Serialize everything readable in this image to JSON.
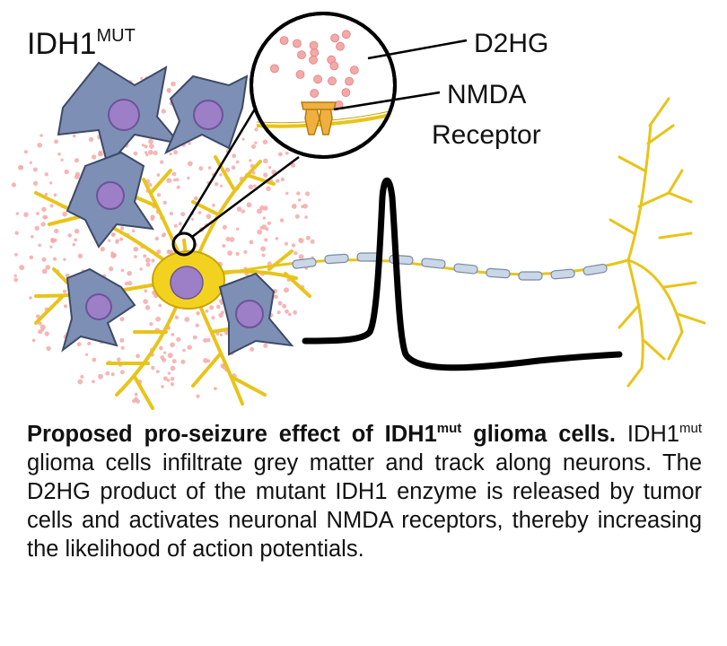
{
  "figure": {
    "tumor_label_main": "IDH1",
    "tumor_label_sup": "MUT",
    "d2hg_label": "D2HG",
    "nmda_label_line1": "NMDA",
    "nmda_label_line2": "Receptor"
  },
  "caption": {
    "bold_part1": "Proposed pro-seizure effect of IDH1",
    "bold_sup": "mut",
    "bold_part2": " glioma cells.",
    "text_part1": " IDH1",
    "text_sup": "mut",
    "text_part2": " glioma cells infiltrate grey matter and track along neurons. The D2HG product of the mutant IDH1 enzyme is released by tumor cells and activates neuronal NMDA receptors, thereby increasing the likelihood of action potentials."
  },
  "colors": {
    "neuron": "#f2d21e",
    "neuron_outline": "#c9a400",
    "glioma_cell": "#7d8fb5",
    "nucleus": "#9c7fc6",
    "d2hg_dot": "#f4a9a9",
    "receptor": "#f0b040",
    "myelin": "#c9d7e6"
  },
  "icons": [
    "glioma-cell-icon",
    "neuron-icon",
    "nmda-receptor-icon",
    "action-potential-trace"
  ]
}
